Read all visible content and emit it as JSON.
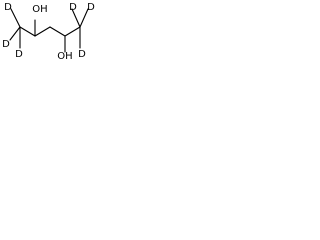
{
  "molecule": {
    "atom_labels": {
      "hydroxyl_1": "OH",
      "hydroxyl_2": "OH",
      "deuterium_1": "D",
      "deuterium_2": "D",
      "deuterium_3": "D",
      "deuterium_4": "D",
      "deuterium_5": "D",
      "deuterium_6": "D"
    }
  }
}
